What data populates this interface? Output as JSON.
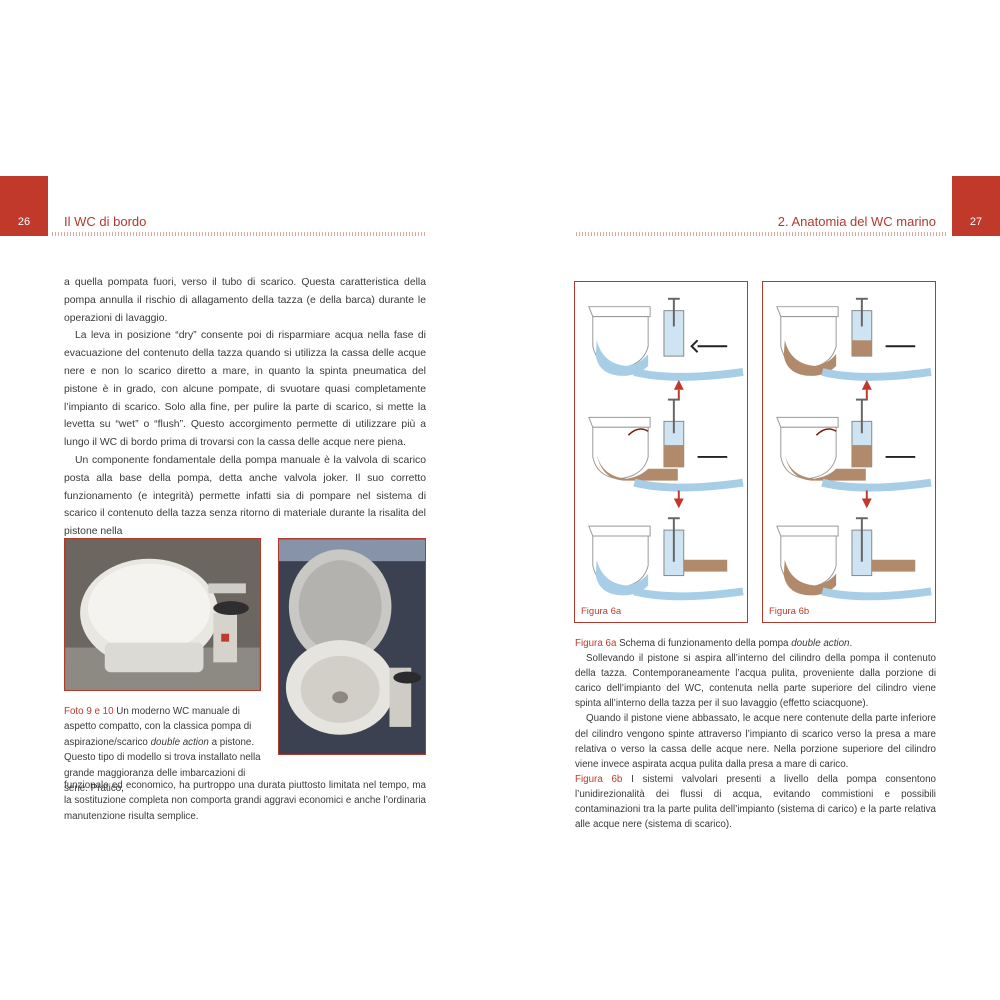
{
  "left_page": {
    "page_number": "26",
    "header": "Il WC di bordo",
    "paragraphs": [
      "a quella pompata fuori, verso il tubo di scarico. Questa caratteristica della pompa annulla il rischio di allagamento della tazza (e della barca) durante le operazioni di lavaggio.",
      "La leva in posizione “dry” consente poi di risparmiare acqua nella fase di evacuazione del contenuto della tazza quando si utilizza la cassa delle acque nere e non lo scarico diretto a mare, in quanto la spinta pneumatica del pistone è in grado, con alcune pompate, di svuotare quasi completamente l’impianto di scarico. Solo alla fine, per pulire la parte di scarico, si mette la levetta su “wet” o “flush”. Questo accorgimento permette di utilizzare più a lungo il WC di bordo prima di trovarsi con la cassa delle acque nere piena.",
      "Un componente fondamentale della pompa manuale è la valvola di scarico posta alla base della pompa, detta anche valvola joker. Il suo corretto funzionamento (e integrità) permette infatti sia di pompare nel sistema di scarico il contenuto della tazza senza ritorno di materiale durante la risalita del pistone nella"
    ],
    "caption": {
      "label": "Foto 9 e 10",
      "text_part1": " Un moderno WC manuale di aspetto compatto, con la classica pompa di aspirazione/scarico ",
      "text_italic": "double action",
      "text_part2": " a pistone. Questo tipo di modello si trova installato nella grande maggioranza delle imbarcazioni di serie. Pratico,",
      "text_cont": "funzionale ed economico, ha purtroppo una durata piuttosto limitata nel tempo, ma la sostituzione completa non comporta grandi aggravi economici e anche l’ordinaria manutenzione risulta semplice."
    }
  },
  "right_page": {
    "page_number": "27",
    "header": "2. Anatomia del WC marino",
    "figure_a_label": "Figura 6a",
    "figure_b_label": "Figura 6b",
    "caption_a": {
      "label": "Figura 6a",
      "text": " Schema di funzionamento della pompa ",
      "italic": "double action",
      "end": "."
    },
    "paragraph_1": "Sollevando il pistone si aspira all’interno del cilindro della pompa il contenuto della tazza. Contemporaneamente l’acqua pulita, proveniente dalla porzione di carico dell’impianto del WC, contenuta nella parte superiore del cilindro viene spinta all’interno della tazza per il suo lavaggio (effetto sciacquone).",
    "paragraph_2": "Quando il pistone viene abbassato, le acque nere contenute della parte inferiore del cilindro vengono spinte attraverso l’impianto di scarico verso la presa a mare relativa o verso la cassa delle acque nere. Nella porzione superiore del cilindro viene invece aspirata acqua pulita dalla presa a mare di carico.",
    "caption_b": {
      "label": "Figura 6b",
      "text": " I sistemi valvolari presenti a livello della pompa consentono l’unidirezionalità dei flussi di acqua, evitando commistioni e possibili contaminazioni tra la parte pulita dell’impianto (sistema di carico) e la parte relativa alle acque nere (sistema di scarico)."
    }
  },
  "colors": {
    "accent": "#c0392b",
    "clean_water": "#a8cde6",
    "black_water": "#b08a6a"
  }
}
